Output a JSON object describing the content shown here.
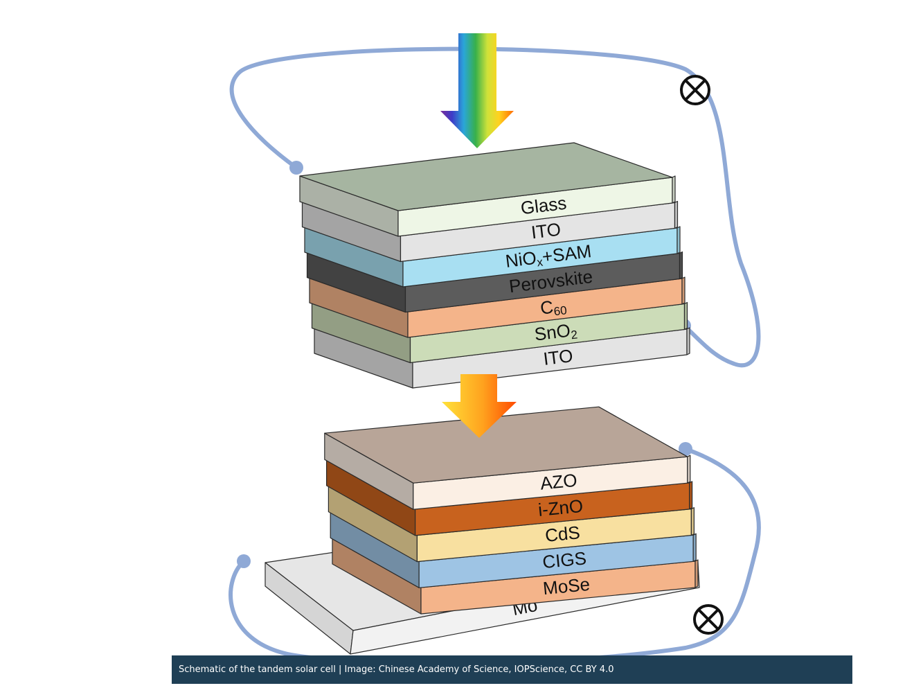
{
  "top_cell": {
    "layers": [
      {
        "id": "glass",
        "label": "Glass",
        "sub": "",
        "suffix": "",
        "color": "#eef6e6"
      },
      {
        "id": "ito-top",
        "label": "ITO",
        "sub": "",
        "suffix": "",
        "color": "#e4e4e4"
      },
      {
        "id": "niox-sam",
        "label": "NiO",
        "sub": "x",
        "suffix": "+SAM",
        "color": "#a8dff2"
      },
      {
        "id": "perovskite",
        "label": "Perovskite",
        "sub": "",
        "suffix": "",
        "color": "#5c5c5c"
      },
      {
        "id": "c60",
        "label": "C",
        "sub": "60",
        "suffix": "",
        "color": "#f4b48a"
      },
      {
        "id": "sno2",
        "label": "SnO",
        "sub": "2",
        "suffix": "",
        "color": "#ccdcb8"
      },
      {
        "id": "ito-bottom",
        "label": "ITO",
        "sub": "",
        "suffix": "",
        "color": "#e4e4e4"
      }
    ],
    "top_face_color": "#a6b5a1"
  },
  "bottom_cell": {
    "layers": [
      {
        "id": "azo",
        "label": "AZO",
        "sub": "",
        "suffix": "",
        "color": "#fbefe4"
      },
      {
        "id": "i-zno",
        "label": "i-ZnO",
        "sub": "",
        "suffix": "",
        "color": "#c8621e"
      },
      {
        "id": "cds",
        "label": "CdS",
        "sub": "",
        "suffix": "",
        "color": "#f8e0a0"
      },
      {
        "id": "cigs",
        "label": "CIGS",
        "sub": "",
        "suffix": "",
        "color": "#9ec4e4"
      },
      {
        "id": "mose",
        "label": "MoSe",
        "sub": "",
        "suffix": "",
        "color": "#f4b48a"
      }
    ],
    "top_face_color": "#b8a598",
    "substrate": {
      "label": "Mo",
      "color": "#f2f2f2"
    }
  },
  "colors": {
    "wire": "#8fa9d6",
    "meter": "#111111"
  },
  "icons": [
    "rainbow-light-arrow",
    "transmitted-light-arrow",
    "ammeter-symbol",
    "ammeter-symbol"
  ],
  "caption": "Schematic of the tandem solar cell | Image: Chinese Academy of Science, IOPScience, CC BY 4.0"
}
